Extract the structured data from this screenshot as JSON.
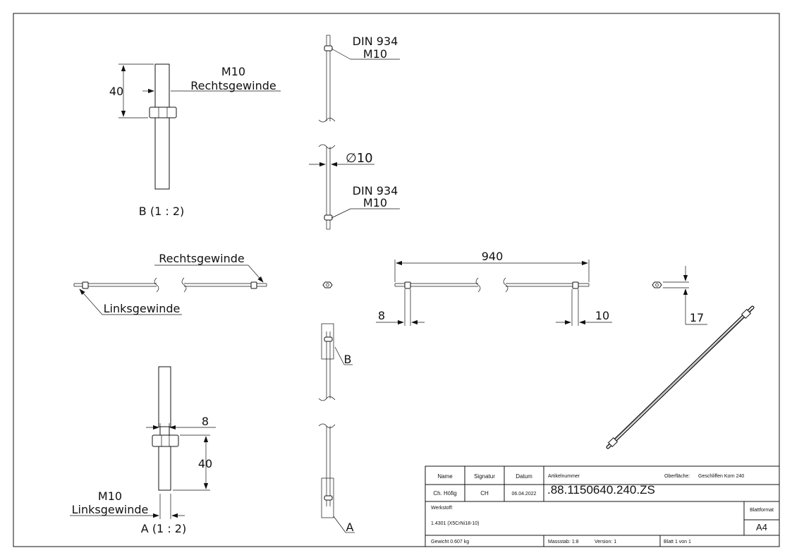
{
  "views": {
    "detail_b": {
      "thread_size": "M10",
      "thread_type": "Rechtsgewinde",
      "length_dim": "40",
      "caption": "B (1 : 2)"
    },
    "detail_a": {
      "width_dim": "8",
      "length_dim": "40",
      "thread_size": "M10",
      "thread_type": "Linksgewinde",
      "caption": "A (1 : 2)"
    },
    "side_view": {
      "nut_top_line1": "DIN 934",
      "nut_top_line2": "M10",
      "diameter_symbol": "∅",
      "diameter_value": "10",
      "nut_bottom_line1": "DIN 934",
      "nut_bottom_line2": "M10",
      "marker_b": "B",
      "marker_a": "A"
    },
    "front_view": {
      "right_thread": "Rechtsgewinde",
      "left_thread": "Linksgewinde"
    },
    "dimension_view": {
      "total_length": "940",
      "left_offset": "8",
      "right_offset": "10",
      "nut_height": "17"
    }
  },
  "title_block": {
    "headers": {
      "name": "Name",
      "signature": "Signatur",
      "date": "Datum"
    },
    "name": "Ch. Höfig",
    "signature": "CH",
    "date": "06.04.2022",
    "article_label": "Artikelnummer",
    "article_number": ".88.1150640.240.ZS",
    "surface_label": "Oberfläche:",
    "surface_value": "Geschliffen Korn 240",
    "material_label": "Werkstoff:",
    "material_value": "1.4301 (X5CrNi18-10)",
    "sheet_format_label": "Blattformat",
    "sheet_format_value": "A4",
    "weight": "Gewicht 0.607 kg",
    "scale": "Massstab: 1:8",
    "version": "Version: 1",
    "sheet": "Blatt 1 von 1"
  }
}
